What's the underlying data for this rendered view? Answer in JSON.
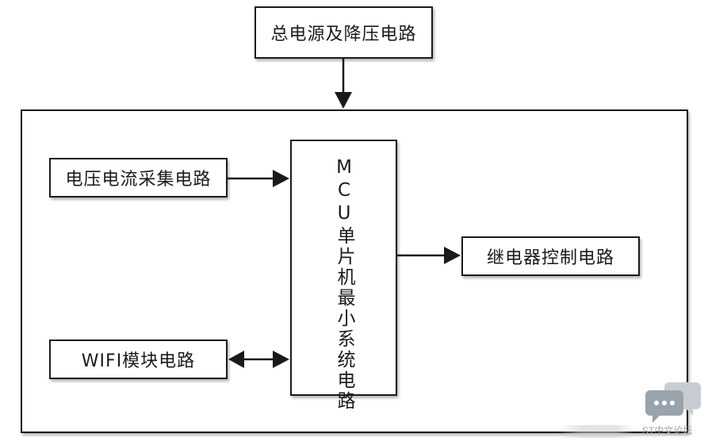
{
  "diagram": {
    "nodes": {
      "power_supply": "总电源及降压电路",
      "voltage_current_sampling": "电压电流采集电路",
      "mcu": "MCU单片机最小系统电路",
      "relay_control": "继电器控制电路",
      "wifi_module": "WIFI模块电路"
    },
    "edges": [
      {
        "from": "power_supply",
        "to": "system_frame",
        "direction": "one-way"
      },
      {
        "from": "voltage_current_sampling",
        "to": "mcu",
        "direction": "one-way"
      },
      {
        "from": "mcu",
        "to": "relay_control",
        "direction": "one-way"
      },
      {
        "from": "wifi_module",
        "to": "mcu",
        "direction": "two-way"
      }
    ],
    "colors": {
      "stroke": "#1a1a1a",
      "background": "#ffffff"
    }
  },
  "watermark": {
    "text": "ST中文论坛",
    "icon": "chat-bubble-icon"
  }
}
